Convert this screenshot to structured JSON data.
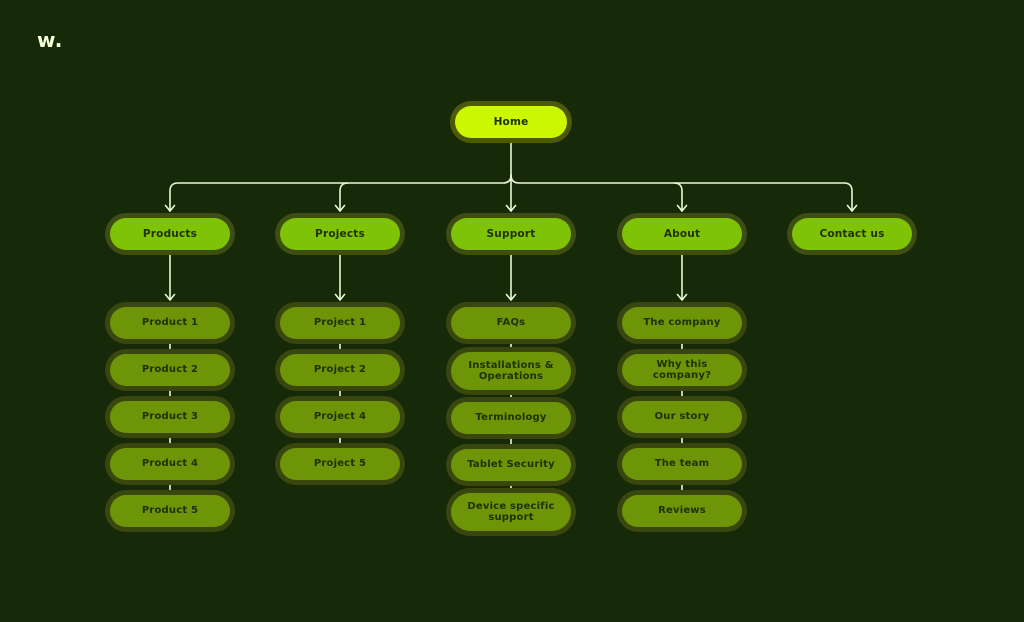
{
  "logo": {
    "text": "w."
  },
  "colors": {
    "background": "#162908",
    "home_fill": "#cbf801",
    "level2_fill": "#7fc306",
    "level3_fill": "#6e9407",
    "ring_home": "#4d5907",
    "ring_level2": "#3e4d11",
    "ring_level3": "#39470f",
    "connector": "#ecf7d4",
    "node_text": "#203103",
    "logo_color": "#f6ffd8"
  },
  "sitemap": {
    "home": {
      "label": "Home"
    },
    "branches": [
      {
        "label": "Products",
        "children": [
          {
            "label": "Product 1"
          },
          {
            "label": "Product 2"
          },
          {
            "label": "Product 3"
          },
          {
            "label": "Product 4"
          },
          {
            "label": "Product 5"
          }
        ]
      },
      {
        "label": "Projects",
        "children": [
          {
            "label": "Project 1"
          },
          {
            "label": "Project 2"
          },
          {
            "label": "Project 4"
          },
          {
            "label": "Project 5"
          }
        ]
      },
      {
        "label": "Support",
        "children": [
          {
            "label": "FAQs"
          },
          {
            "label": "Installations & Operations"
          },
          {
            "label": "Terminology"
          },
          {
            "label": "Tablet Security"
          },
          {
            "label": "Device specific support"
          }
        ]
      },
      {
        "label": "About",
        "children": [
          {
            "label": "The company"
          },
          {
            "label": "Why this company?"
          },
          {
            "label": "Our story"
          },
          {
            "label": "The team"
          },
          {
            "label": "Reviews"
          }
        ]
      },
      {
        "label": "Contact us",
        "children": []
      }
    ]
  }
}
